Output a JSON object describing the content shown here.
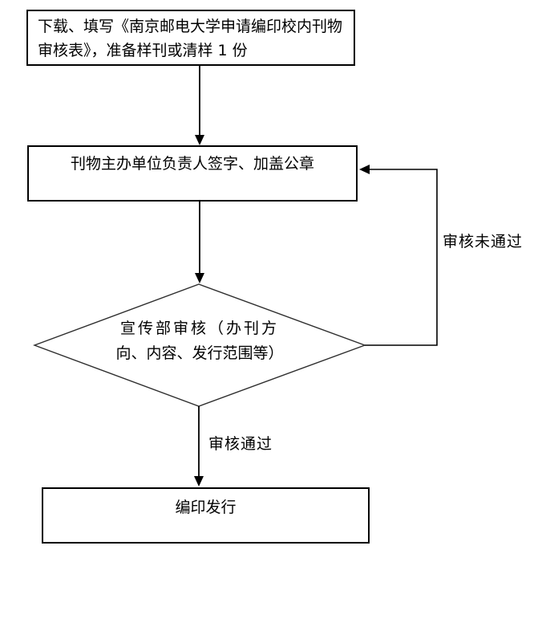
{
  "flowchart": {
    "nodes": {
      "prepare": {
        "lines": [
          "下载、填写《南京邮电大学申请编印校内刊物",
          "审核表》，准备样刊或清样 1 份"
        ]
      },
      "sign": {
        "label": "刊物主办单位负责人签字、加盖公章"
      },
      "review": {
        "lines": [
          "宣传部审核（办刊方",
          "向、内容、发行范围等）"
        ]
      },
      "publish": {
        "label": "编印发行"
      }
    },
    "edge_labels": {
      "reject": "审核未通过",
      "approve": "审核通过"
    },
    "colors": {
      "line": "#000000",
      "diamond_stroke": "#2e2e2e",
      "box_border": "#000000",
      "text": "#000000",
      "background": "#ffffff"
    }
  }
}
